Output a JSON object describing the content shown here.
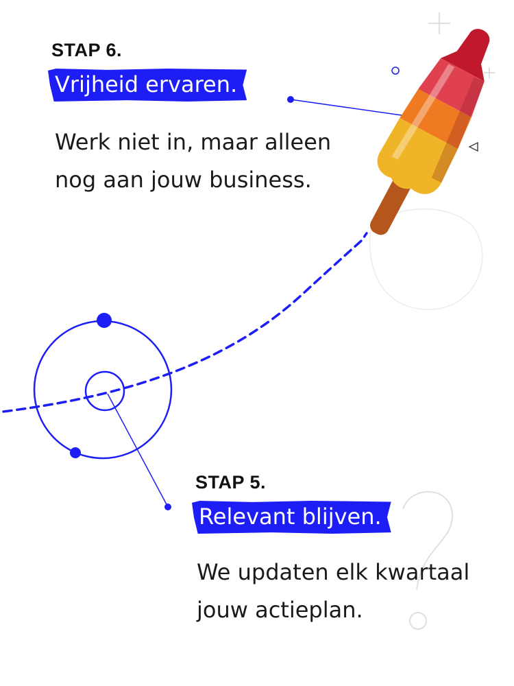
{
  "steps": [
    {
      "label": "STAP 6.",
      "title": "Vrijheid ervaren.",
      "body": "Werk niet in, maar alleen\nnog aan jouw business."
    },
    {
      "label": "STAP 5.",
      "title": "Relevant blijven.",
      "body": "We updaten elk kwartaal\njouw actieplan."
    }
  ],
  "colors": {
    "accent": "#1c1ef5",
    "text": "#1a1a1a",
    "background": "#ffffff"
  },
  "icons": [
    "rocket-popsicle-illustration",
    "orbit-circle-icon",
    "question-mark-doodle",
    "sparkle-icon",
    "triangle-icon"
  ]
}
